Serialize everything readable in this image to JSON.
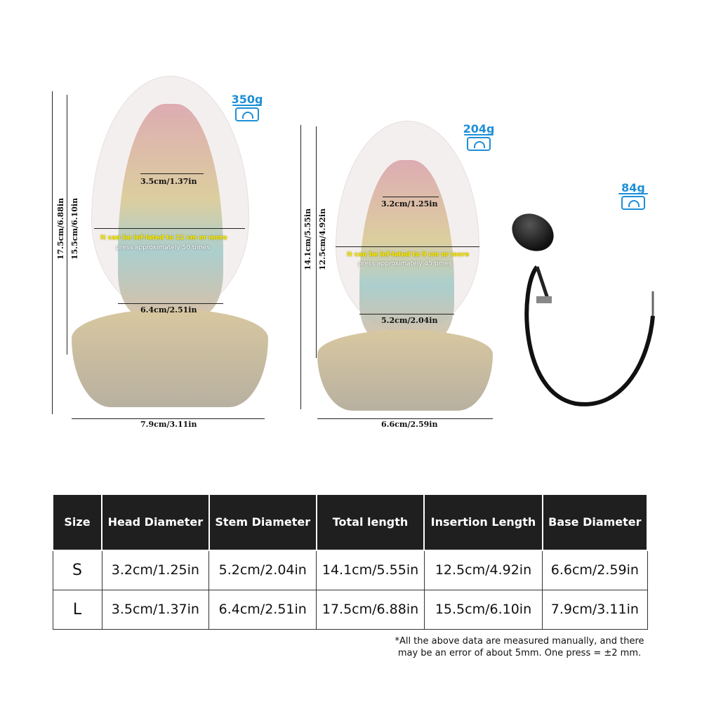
{
  "products": {
    "large": {
      "weight": "350g",
      "total_length": "17.5cm/6.88in",
      "insertion_length": "15.5cm/6.10in",
      "head_diameter": "3.5cm/1.37in",
      "stem_diameter": "6.4cm/2.51in",
      "base_diameter": "7.9cm/3.11in",
      "inflate_note": "It can be inf-lated to 11 cm or more",
      "press_note": "press approximately 50 times"
    },
    "small": {
      "weight": "204g",
      "total_length": "14.1cm/5.55in",
      "insertion_length": "12.5cm/4.92in",
      "head_diameter": "3.2cm/1.25in",
      "stem_diameter": "5.2cm/2.04in",
      "base_diameter": "6.6cm/2.59in",
      "inflate_note": "It can be inf-lated to 9 cm or more",
      "press_note": "press approximately 45 times"
    },
    "pump": {
      "weight": "84g"
    }
  },
  "table": {
    "headers": [
      "Size",
      "Head Diameter",
      "Stem Diameter",
      "Total length",
      "Insertion Length",
      "Base Diameter"
    ],
    "rows": [
      [
        "S",
        "3.2cm/1.25in",
        "5.2cm/2.04in",
        "14.1cm/5.55in",
        "12.5cm/4.92in",
        "6.6cm/2.59in"
      ],
      [
        "L",
        "3.5cm/1.37in",
        "6.4cm/2.51in",
        "17.5cm/6.88in",
        "15.5cm/6.10in",
        "7.9cm/3.11in"
      ]
    ]
  },
  "footnote": {
    "line1": "*All the above data are measured manually, and there",
    "line2": "may be an error of about 5mm. One press = ±2 mm."
  }
}
